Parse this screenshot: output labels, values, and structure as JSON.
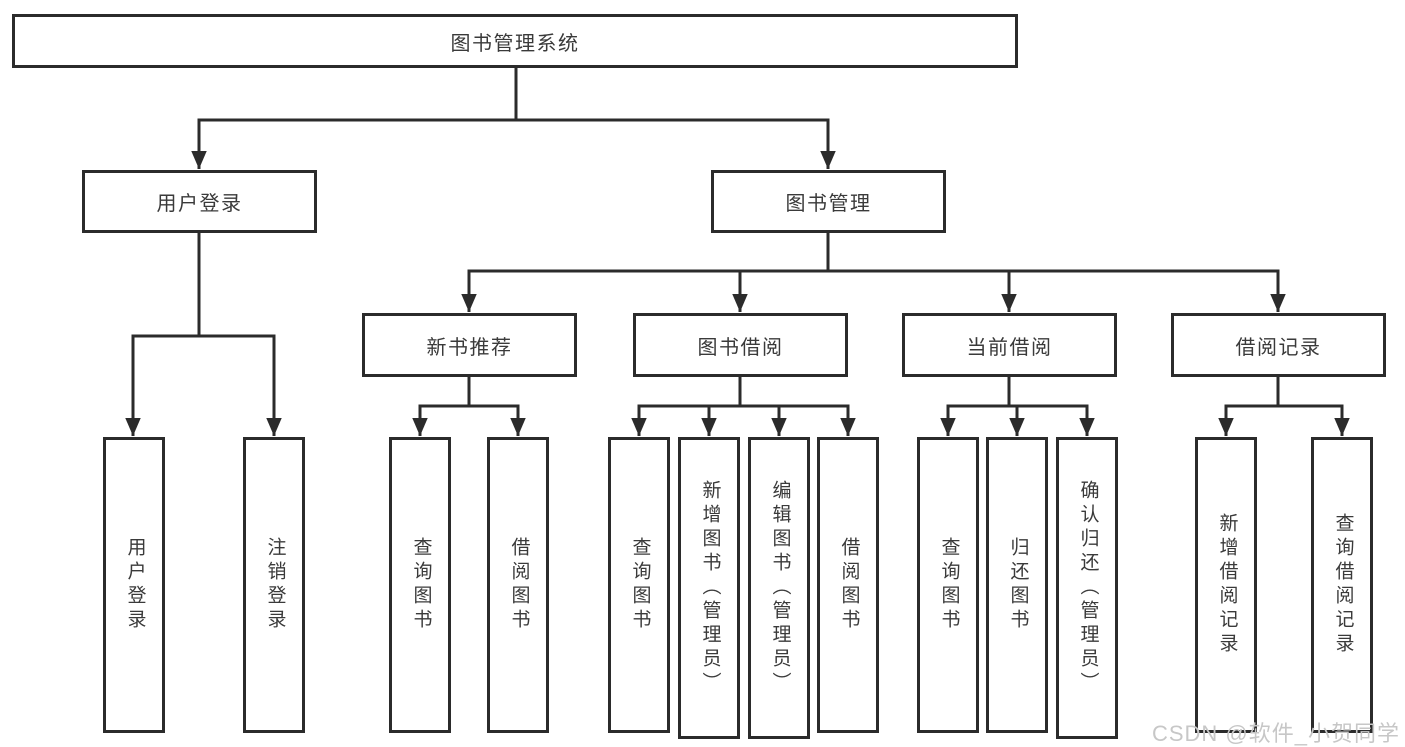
{
  "tree": {
    "root": {
      "label": "图书管理系统",
      "children": [
        {
          "label": "用户登录",
          "children": [
            {
              "label": "用户登录"
            },
            {
              "label": "注销登录"
            }
          ]
        },
        {
          "label": "图书管理",
          "children": [
            {
              "label": "新书推荐",
              "children": [
                {
                  "label": "查询图书"
                },
                {
                  "label": "借阅图书"
                }
              ]
            },
            {
              "label": "图书借阅",
              "children": [
                {
                  "label": "查询图书"
                },
                {
                  "label": "新增图书（管理员）"
                },
                {
                  "label": "编辑图书（管理员）"
                },
                {
                  "label": "借阅图书"
                }
              ]
            },
            {
              "label": "当前借阅",
              "children": [
                {
                  "label": "查询图书"
                },
                {
                  "label": "归还图书"
                },
                {
                  "label": "确认归还（管理员）"
                }
              ]
            },
            {
              "label": "借阅记录",
              "children": [
                {
                  "label": "新增借阅记录"
                },
                {
                  "label": "查询借阅记录"
                }
              ]
            }
          ]
        }
      ]
    }
  },
  "watermark": {
    "text": "CSDN @软件_小贺同学"
  },
  "colors": {
    "line": "#2b2b2b",
    "text": "#3a3a3a",
    "background": "#ffffff",
    "watermark": "#c7c7c7"
  }
}
